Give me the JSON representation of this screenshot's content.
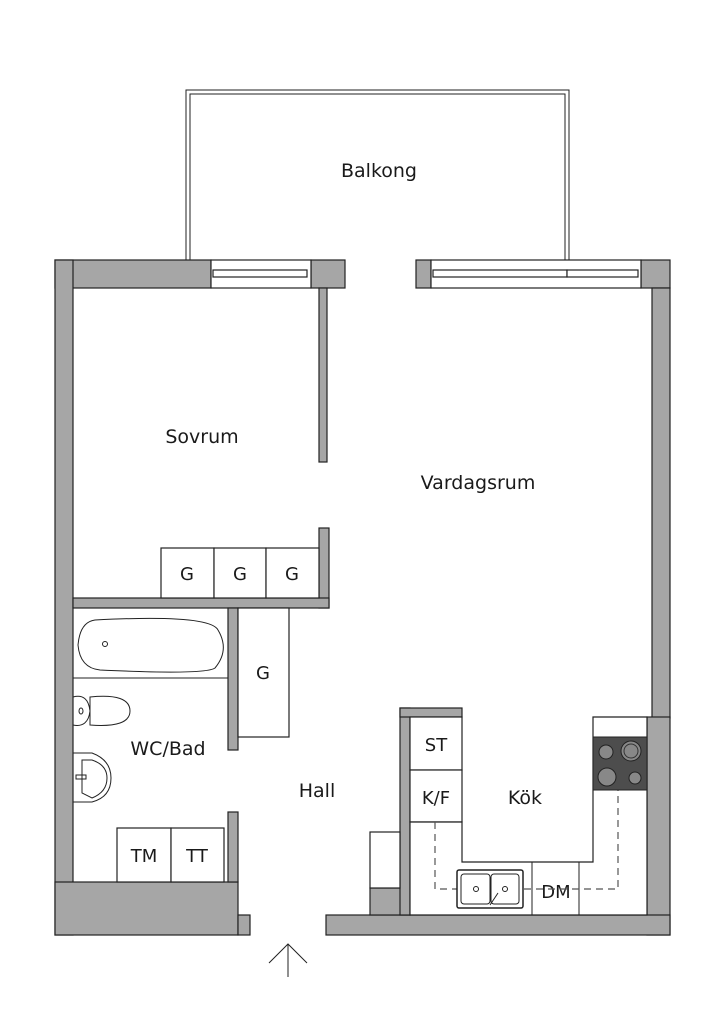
{
  "plan": {
    "rooms": {
      "balcony": "Balkong",
      "bedroom": "Sovrum",
      "living": "Vardagsrum",
      "bathroom": "WC/Bad",
      "hall": "Hall",
      "kitchen": "Kök"
    },
    "fixtures": {
      "wardrobe": "G",
      "washer": "TM",
      "dryer": "TT",
      "stove": "ST",
      "fridge_freezer": "K/F",
      "dishwasher": "DM"
    },
    "colors": {
      "wall": "#a6a6a6",
      "hob": "#4d4d4d"
    },
    "entrance_icon": "arrow-up-icon"
  }
}
